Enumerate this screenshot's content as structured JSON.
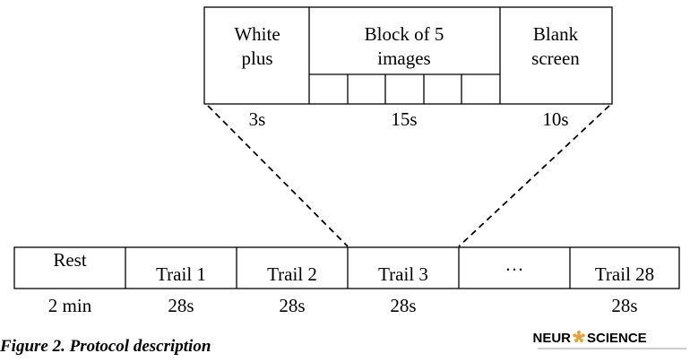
{
  "detail_block": {
    "cells": [
      {
        "lines": [
          "White",
          "plus"
        ],
        "duration": "3s"
      },
      {
        "lines": [
          "Block of 5",
          "images"
        ],
        "duration": "15s",
        "sub_cells": 5
      },
      {
        "lines": [
          "Blank",
          "screen"
        ],
        "duration": "10s"
      }
    ]
  },
  "timeline": {
    "cells": [
      {
        "label": "Rest",
        "duration": "2 min"
      },
      {
        "label": "Trail 1",
        "duration": "28s"
      },
      {
        "label": "Trail 2",
        "duration": "28s"
      },
      {
        "label": "Trail 3",
        "duration": "28s"
      },
      {
        "label": "…",
        "duration": ""
      },
      {
        "label": "Trail 28",
        "duration": "28s"
      }
    ]
  },
  "caption": "Figure 2. Protocol description",
  "logo": {
    "left": "NEUR",
    "right": "SCIENCE",
    "mark_color": "#e8a23a"
  }
}
